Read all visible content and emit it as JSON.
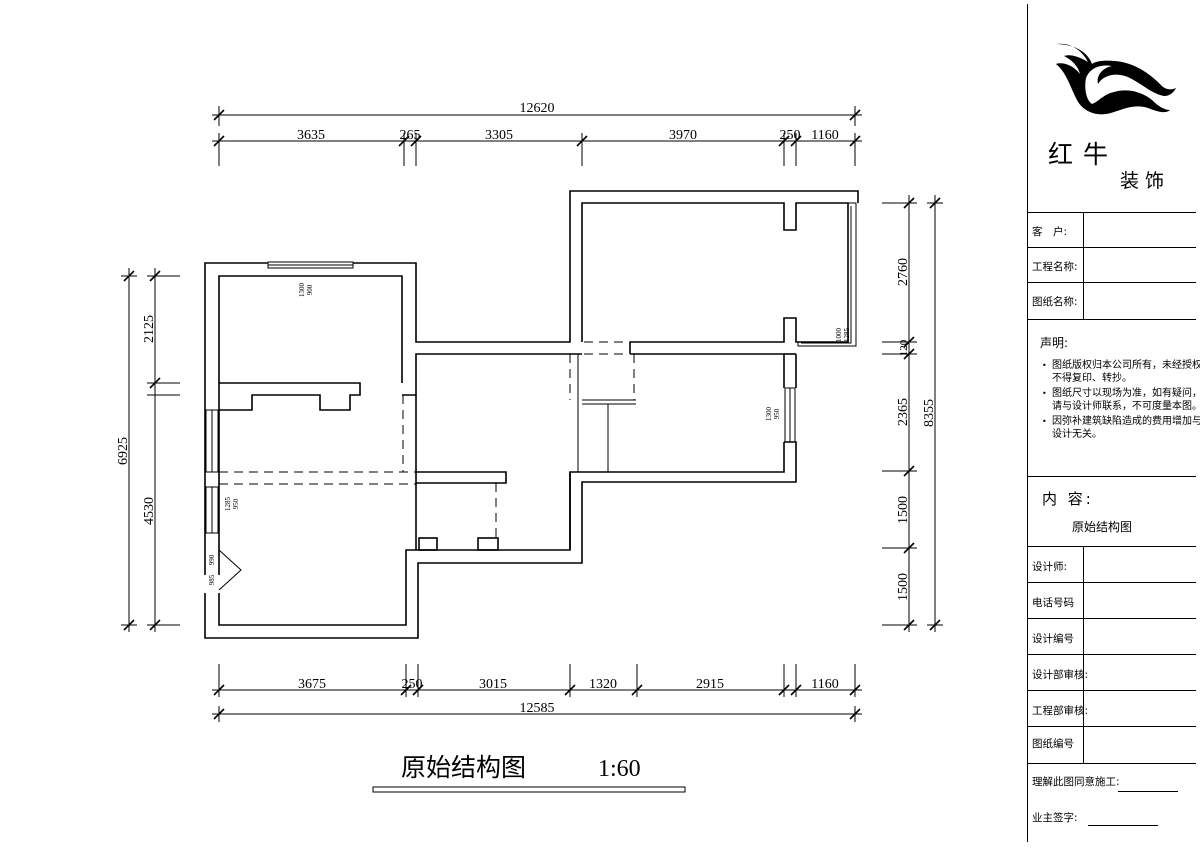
{
  "dimensions": {
    "top_total": "12620",
    "top_segments": [
      "3635",
      "265",
      "3305",
      "3970",
      "250",
      "1160"
    ],
    "bottom_segments": [
      "3675",
      "250",
      "3015",
      "1320",
      "2915",
      "1160"
    ],
    "bottom_total": "12585",
    "left_total": "6925",
    "left_segments": [
      "2125",
      "4530"
    ],
    "right_total": "8355",
    "right_segments": [
      "2760",
      "120",
      "2365",
      "1500",
      "1500"
    ]
  },
  "window_labels": [
    {
      "top": "1300",
      "bottom": "900"
    },
    {
      "top": "1300",
      "bottom": "950"
    },
    {
      "top": "1000",
      "bottom": "1285"
    },
    {
      "top": "1285",
      "bottom": "950"
    },
    {
      "top": "985",
      "bottom": "990"
    }
  ],
  "drawing_title": "原始结构图",
  "drawing_scale": "1:60",
  "title_block": {
    "brand_line1": "红牛",
    "brand_line2": "装饰",
    "client_label": "客　户:",
    "project_label": "工程名称:",
    "drawing_name_label": "图纸名称:",
    "notice_title": "声明:",
    "notices": [
      "图纸版权归本公司所有，未经授权不得复印、转抄。",
      "图纸尺寸以现场为准，如有疑问，请与设计师联系，不可度量本图。",
      "因弥补建筑缺陷造成的费用增加与设计无关。"
    ],
    "content_label": "内 容:",
    "content_value": "原始结构图",
    "fields": [
      "设计师:",
      "电话号码",
      "设计编号",
      "设计部审核:",
      "工程部审核:",
      "图纸编号"
    ],
    "agree_label": "理解此图同意施工:",
    "owner_label": "业主签字:"
  }
}
